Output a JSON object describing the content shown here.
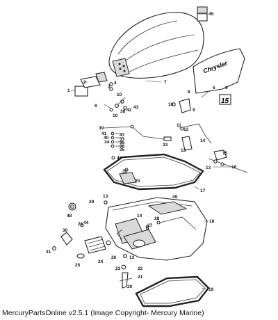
{
  "decals": {
    "brand": "Chrysler",
    "model": "15"
  },
  "callouts": {
    "c1": "1",
    "c2": "2",
    "c3": "3",
    "c4": "4",
    "c5": "5",
    "c6": "6",
    "c7": "7",
    "c8": "8",
    "c9": "9",
    "c10": "10",
    "c11": "11",
    "c12": "12",
    "c13": "13",
    "c14": "14",
    "c15": "15",
    "c16": "16",
    "c17": "17",
    "c18": "18",
    "c19": "19",
    "c20": "20",
    "c21": "21",
    "c22": "22",
    "c23": "23",
    "c24": "24",
    "c25": "25",
    "c26": "26",
    "c27": "27",
    "c28": "28",
    "c29": "29",
    "c30": "30",
    "c31": "31",
    "c32": "32",
    "c33": "33",
    "c34": "34",
    "c35": "35",
    "c36": "36",
    "c37": "37",
    "c38": "38",
    "c39": "39",
    "c40": "40",
    "c41": "41",
    "c42": "42",
    "c43": "43",
    "c44": "44",
    "c45": "45",
    "c46": "46",
    "c47": "47",
    "c48": "48",
    "c49": "49"
  },
  "footer": {
    "text": "MercuryPartsOnline v2.5.1 (Image Copyright- Mercury Marine)"
  }
}
